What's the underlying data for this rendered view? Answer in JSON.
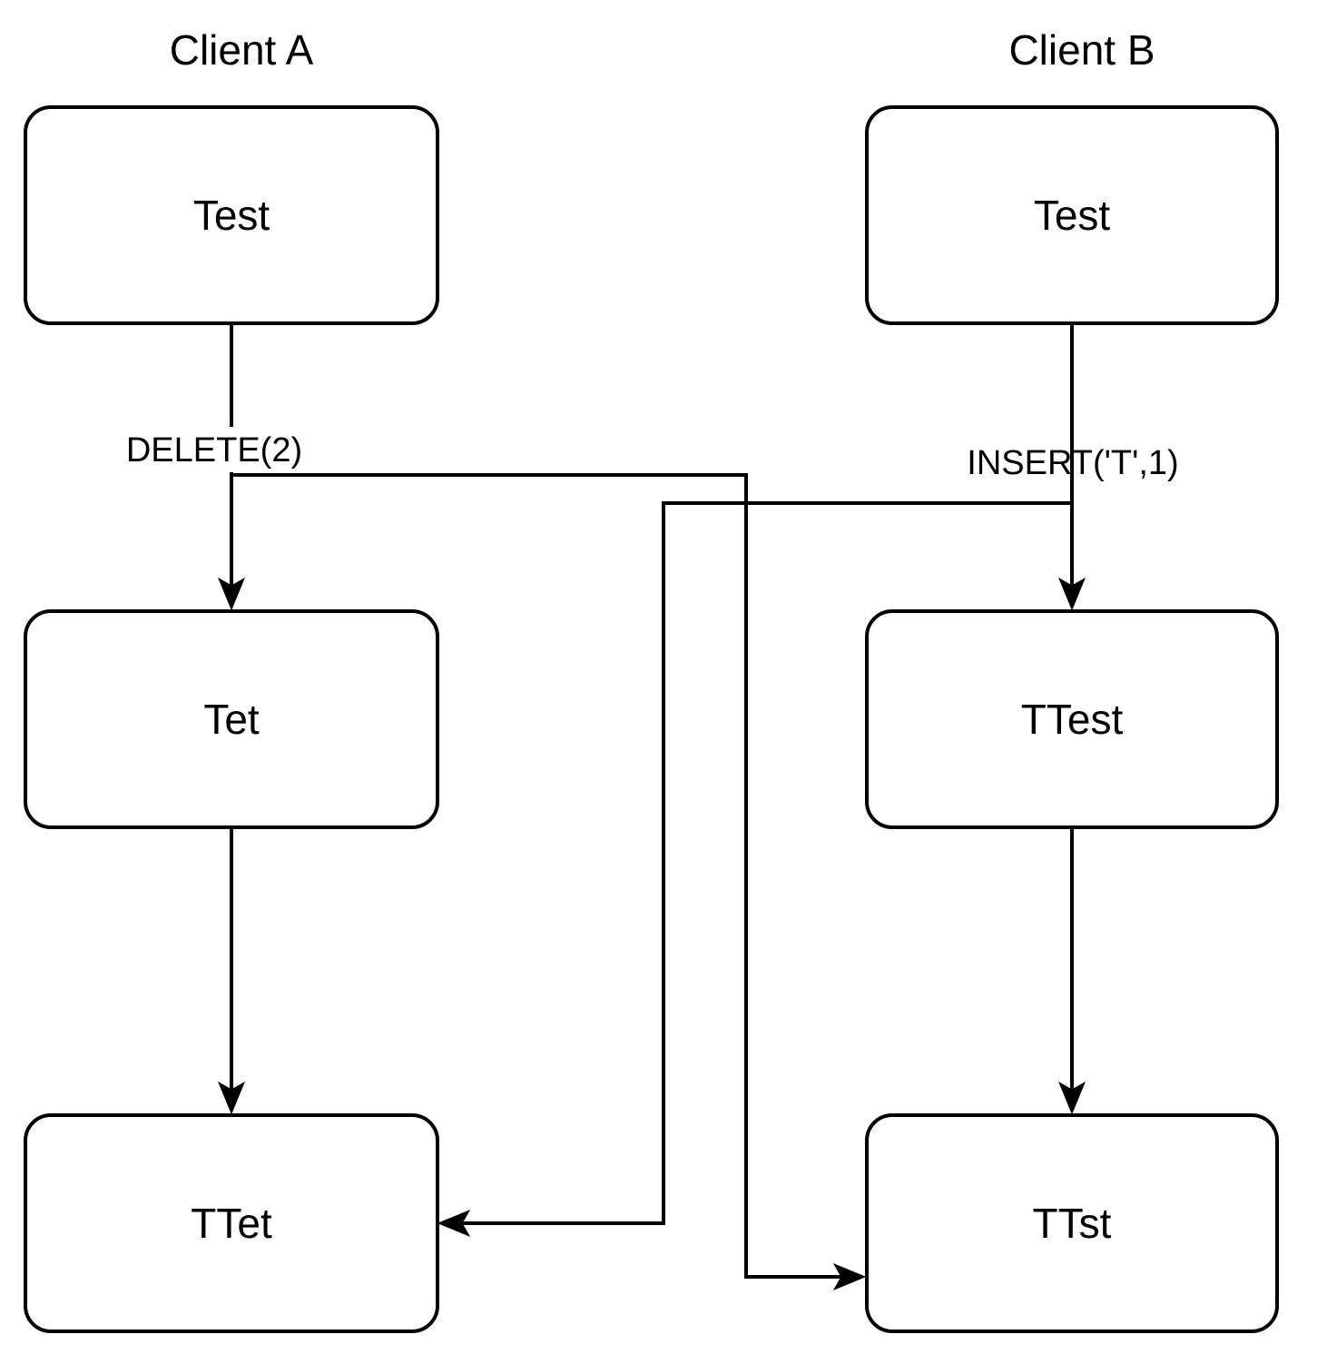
{
  "diagram": {
    "type": "flow-diagram",
    "background_color": "#ffffff",
    "stroke_color": "#000000",
    "text_color": "#000000",
    "lanes": [
      {
        "id": "client-a",
        "title": "Client A"
      },
      {
        "id": "client-b",
        "title": "Client B"
      }
    ],
    "nodes": [
      {
        "id": "a1",
        "lane": "client-a",
        "label": "Test"
      },
      {
        "id": "a2",
        "lane": "client-a",
        "label": "Tet"
      },
      {
        "id": "a3",
        "lane": "client-a",
        "label": "TTet"
      },
      {
        "id": "b1",
        "lane": "client-b",
        "label": "Test"
      },
      {
        "id": "b2",
        "lane": "client-b",
        "label": "TTest"
      },
      {
        "id": "b3",
        "lane": "client-b",
        "label": "TTst"
      }
    ],
    "edges": [
      {
        "from": "a1",
        "to": "a2",
        "label": "DELETE(2)",
        "style": "straight-down-arrow"
      },
      {
        "from": "b1",
        "to": "b2",
        "label": "INSERT('T',1)",
        "style": "straight-down-arrow"
      },
      {
        "from": "a2",
        "to": "a3",
        "label": "",
        "style": "straight-down-arrow"
      },
      {
        "from": "b2",
        "to": "b3",
        "label": "",
        "style": "straight-down-arrow"
      },
      {
        "from": "a1",
        "to": "b3",
        "label": "",
        "style": "orthogonal-cross-arrow",
        "note": "branches right from DELETE(2) edge, enters TTst left side"
      },
      {
        "from": "b1",
        "to": "a3",
        "label": "",
        "style": "orthogonal-cross-arrow",
        "note": "branches left from INSERT('T',1) edge, enters TTet right side"
      }
    ]
  }
}
